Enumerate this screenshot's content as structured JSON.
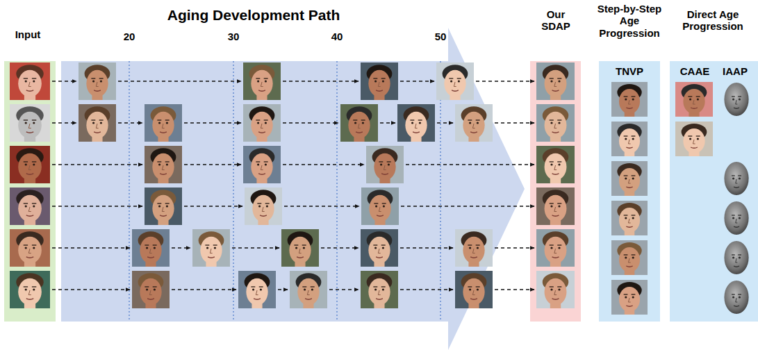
{
  "diagram": {
    "nodes": [
      {
        "text": [
          "Input"
        ]
      },
      {
        "text": [
          "Aging Development Path"
        ]
      },
      {
        "text": [
          "Our SDAP"
        ]
      },
      {
        "text": [
          "Step-by-Step Age Progression",
          "TNVP"
        ]
      },
      {
        "text": [
          "Direct Age Progression",
          "CAAE",
          "IAAP"
        ]
      }
    ],
    "labels": [
      "20",
      "30",
      "40",
      "50"
    ]
  }
}
